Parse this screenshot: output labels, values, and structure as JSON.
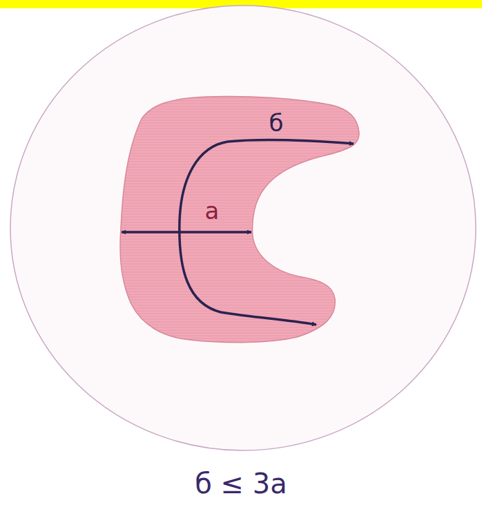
{
  "diagram": {
    "caption": "б ≤ 3а",
    "labels": [
      "б",
      "а"
    ]
  }
}
